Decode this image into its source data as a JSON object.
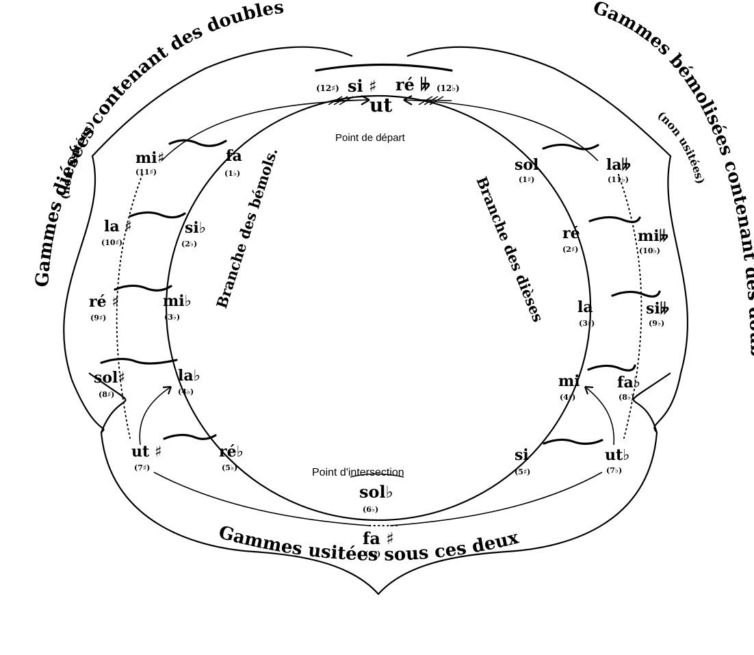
{
  "captions": {
    "top_left": "Gammes diésées contenant des doubles dièses.",
    "top_right": "Gammes bémolisées contenant des doubles bémols",
    "left_sub": "(non usitées)",
    "right_sub": "(non usitées)",
    "bottom": "Gammes usitées sous ces deux formes.",
    "start_point": "Point de départ",
    "intersection_point": "Point d'intersection",
    "flat_branch": "Branche des bémols.",
    "sharp_branch": "Branche des dièses"
  },
  "notes": {
    "ut": "ut",
    "si_sharp": "si ♯",
    "si_sharp_count": "(12♯)",
    "re_dflat": "ré 𝄫",
    "re_dflat_count": "(12♭)",
    "fa": "fa",
    "fa_count": "(1♭)",
    "si_flat": "si♭",
    "si_flat_count": "(2♭)",
    "mi_flat": "mi♭",
    "mi_flat_count": "(3♭)",
    "la_flat": "la♭",
    "la_flat_count": "(4♭)",
    "re_flat": "ré♭",
    "re_flat_count": "(5♭)",
    "sol_flat": "sol♭",
    "sol_flat_count": "(6♭)",
    "fa_sharp": "fa ♯",
    "fa_sharp_count": "(6♯)",
    "sol": "sol",
    "sol_count": "(1♯)",
    "re": "ré",
    "re_count": "(2♯)",
    "la": "la",
    "la_count": "(3♯)",
    "mi": "mi",
    "mi_count": "(4♯)",
    "si": "si",
    "si_count": "(5♯)",
    "ut_sharp": "ut ♯",
    "ut_sharp_count": "(7♯)",
    "sol_sharp": "sol♯",
    "sol_sharp_count": "(8♯)",
    "re_sharp": "ré ♯",
    "re_sharp_count": "(9♯)",
    "la_sharp": "la ♯",
    "la_sharp_count": "(10♯)",
    "mi_sharp": "mi♯",
    "mi_sharp_count": "(11♯)",
    "ut_flat": "ut♭",
    "ut_flat_count": "(7♭)",
    "fa_flat": "fa♭",
    "fa_flat_count": "(8♭)",
    "si_dflat": "si𝄫",
    "si_dflat_count": "(9♭)",
    "mi_dflat": "mi𝄫",
    "mi_dflat_count": "(10♭)",
    "la_dflat": "la𝄫",
    "la_dflat_count": "(11♭)"
  }
}
